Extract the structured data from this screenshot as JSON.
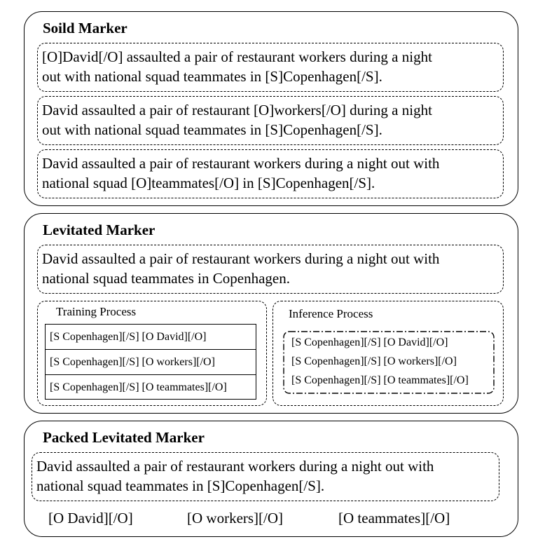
{
  "solid_marker": {
    "title": "Soild Marker",
    "sentences": [
      [
        "[O]David[/O] assaulted a pair of restaurant workers during a night",
        "out with national squad teammates in [S]Copenhagen[/S]."
      ],
      [
        "David assaulted a pair of restaurant [O]workers[/O] during a night",
        "out with national squad teammates in [S]Copenhagen[/S]."
      ],
      [
        "David assaulted a pair of restaurant workers during a night out with",
        "national squad [O]teammates[/O] in [S]Copenhagen[/S]."
      ]
    ]
  },
  "levitated_marker": {
    "title": "Levitated Marker",
    "sentence": [
      "David assaulted a pair of restaurant workers during a night out with",
      "national squad teammates in Copenhagen."
    ],
    "training": {
      "title": "Training Process",
      "rows": [
        "[S Copenhagen][/S] [O David][/O]",
        "[S Copenhagen][/S] [O workers][/O]",
        "[S Copenhagen][/S] [O teammates][/O]"
      ]
    },
    "inference": {
      "title": "Inference Process",
      "rows": [
        "[S Copenhagen][/S] [O David][/O]",
        "[S Copenhagen][/S] [O workers][/O]",
        "[S Copenhagen][/S] [O teammates][/O]"
      ]
    }
  },
  "packed_levitated_marker": {
    "title": "Packed Levitated Marker",
    "sentence": [
      "David assaulted a pair of restaurant workers during a night out with",
      "national squad teammates in [S]Copenhagen[/S]."
    ],
    "objects": [
      "[O David][/O]",
      "[O workers][/O]",
      "[O teammates][/O]"
    ]
  }
}
